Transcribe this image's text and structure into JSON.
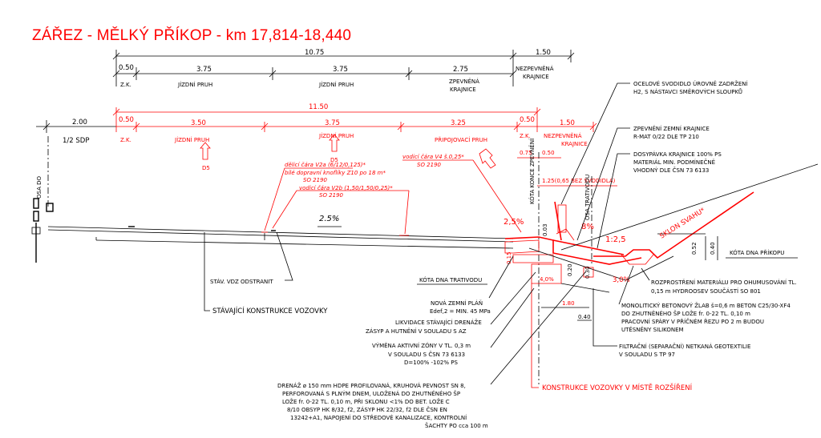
{
  "title": "ZÁŘEZ - MĚLKÝ PŘÍKOP - km 17,814-18,440",
  "top_dims": {
    "total": "10.75",
    "right_seg": "1.50",
    "segments": [
      "0.50",
      "3.75",
      "3.75",
      "2.75"
    ],
    "labels": [
      "Z.K.",
      "JÍZDNÍ PRUH",
      "JÍZDNÍ PRUH",
      "ZPEVNĚNÁ",
      "KRAJNICE",
      "NEZPEVNĚNÁ",
      "KRAJNICE"
    ]
  },
  "red_dims": {
    "total": "11.50",
    "left": "2.00",
    "left_label": "1/2 SDP",
    "segments": [
      "0.50",
      "3.50",
      "3.75",
      "3.25",
      "0.50",
      "1.50"
    ],
    "labels": [
      "Z.K.",
      "JÍZDNÍ PRUH",
      "JÍZDNÍ PRUH",
      "PŘIPOJOVACÍ PRUH",
      "Z.K.",
      "NEZPEVNĚNÁ",
      "KRAJNICE"
    ],
    "d5a": "D5",
    "d5b": "D5",
    "sub_075": "0.75",
    "sub_050": "0.50",
    "sub_125": "1.25(0,65 BEZ SVODIDLA)"
  },
  "axis": {
    "osa_do": "OSA DO",
    "osa_trat": "OSA TRATIVODU",
    "kota_konce": "KÓTA KONCE ZPEVNĚNÍ"
  },
  "markings": {
    "m1": "dělicí čára V2a (6/12/0,125)*",
    "m2": "bílé dopravní knoflíky Z10 po 18 m*",
    "m3": "SO 2190",
    "m4": "vodicí čára V2b (1,50/1,50/0,25)*",
    "m5": "SO 2190",
    "m6": "vodicí čára V4 š.0,25*",
    "m7": "SO 2190"
  },
  "slopes": {
    "s1": "2.5%",
    "s2": "2,5%",
    "s3": "8%",
    "s4": "1:2,5",
    "s5": "4,0%",
    "s6": "3,0%",
    "svah": "SKLON SVAHU*"
  },
  "small_dims": {
    "d052": "0.52",
    "d040": "0.40",
    "d020": "0.20",
    "d040b": "0.40",
    "d180": "1.80",
    "d003": "0.03",
    "d015": "0.15",
    "d030": "0.30"
  },
  "notes_right": {
    "n1": [
      "OCELOVÉ SVODIDLO ÚROVNĚ ZADRŽENÍ",
      "H2, S NÁSTAVCI SMĚROVÝCH SLOUPKŮ"
    ],
    "n2": [
      "ZPEVNĚNÍ ZEMNÍ KRAJNICE",
      "R-MAT 0/22 DLE TP 210"
    ],
    "n3": [
      "DOSYPÁVKA KRAJNICE 100% PS",
      "MATERIÁL MIN. PODMÍNEČNĚ",
      "VHODNÝ DLE ČSN 73 6133"
    ],
    "n4": "KÓTA DNA PŘÍKOPU",
    "n5": [
      "ROZPROSTŘENÍ MATERIÁLU PRO OHUMUSOVÁNÍ TL.",
      "0,15 m HYDROOSEV SOUČÁSTÍ SO 801"
    ],
    "n6": [
      "MONOLITICKÝ BETONOVÝ ŽLAB š=0,6 m BETON C25/30-XF4",
      "DO ZHUTNĚNÉHO ŠP LOŽE fr. 0-22 TL. 0,10 m",
      "PRACOVNÍ SPÁRY V PŘÍČNÉM ŘEZU PO 2 m BUDOU",
      "UTĚSNĚNY SILIKONEM"
    ],
    "n7": [
      "FILTRAČNÍ (SEPARAČNÍ) NETKANÁ GEOTEXTILIE",
      "V SOULADU S TP 97"
    ],
    "n8": "KONSTRUKCE VOZOVKY V MÍSTĚ ROZŠÍŘENÍ"
  },
  "notes_left": {
    "stav_vdz": "STÁV. VDZ ODSTRANIT",
    "stav_konstr": "STÁVAJÍCÍ KONSTRUKCE VOZOVKY",
    "kota_trat": "KÓTA DNA TRATIVODU",
    "plan": [
      "NOVÁ ZEMNÍ PLÁŇ",
      "Edef,2 = MIN. 45 MPa"
    ],
    "likv": [
      "LIKVIDACE STÁVAJÍCÍ DRENÁŽE",
      "ZÁSYP A HUTNĚNÍ V SOULADU S AZ"
    ],
    "vymena": [
      "VÝMĚNA AKTIVNÍ ZÓNY V TL. 0,3 m",
      "V SOULADU S ČSN 73 6133",
      "D=100% -102% PS"
    ],
    "drenaz": [
      "DRENÁŽ ø 150 mm HDPE PROFILOVANÁ, KRUHOVÁ PEVNOST SN 8,",
      "PERFOROVANÁ S PLNÝM DNEM, ULOŽENÁ DO ZHUTNĚNÉHO ŠP",
      "LOŽE fr. 0-22 TL. 0,10 m, PŘI SKLONU <1% DO BET. LOŽE C",
      "8/10 OBSYP HK 8/32, f2, ZÁSYP HK 22/32, f2 DLE ČSN EN",
      "13242+A1, NAPOJENÍ DO STŘEDOVÉ KANALIZACE, KONTROLNÍ",
      "ŠACHTY PO cca 100 m"
    ]
  }
}
